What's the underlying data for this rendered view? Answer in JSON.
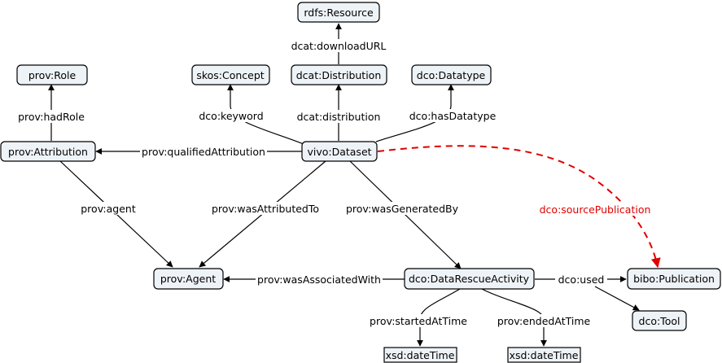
{
  "nodes": {
    "rdfs_resource": "rdfs:Resource",
    "prov_role": "prov:Role",
    "skos_concept": "skos:Concept",
    "dcat_distribution": "dcat:Distribution",
    "dco_datatype": "dco:Datatype",
    "prov_attribution": "prov:Attribution",
    "vivo_dataset": "vivo:Dataset",
    "prov_agent": "prov:Agent",
    "dco_datarescueactivity": "dco:DataRescueActivity",
    "bibo_publication": "bibo:Publication",
    "dco_tool": "dco:Tool",
    "xsd_datetime_start": "xsd:dateTime",
    "xsd_datetime_end": "xsd:dateTime"
  },
  "edges": {
    "downloadurl": "dcat:downloadURL",
    "hadrole": "prov:hadRole",
    "keyword": "dco:keyword",
    "distribution": "dcat:distribution",
    "hasdatatype": "dco:hasDatatype",
    "qualifiedattribution": "prov:qualifiedAttribution",
    "agent": "prov:agent",
    "wasattributedto": "prov:wasAttributedTo",
    "wasgeneratedby": "prov:wasGeneratedBy",
    "sourcepublication": "dco:sourcePublication",
    "wasassociatedwith": "prov:wasAssociatedWith",
    "used": "dco:used",
    "startedattime": "prov:startedAtTime",
    "endedattime": "prov:endedAtTime"
  },
  "colors": {
    "node_fill": "#eef3f7",
    "line": "#000000",
    "highlight": "#e00000"
  }
}
